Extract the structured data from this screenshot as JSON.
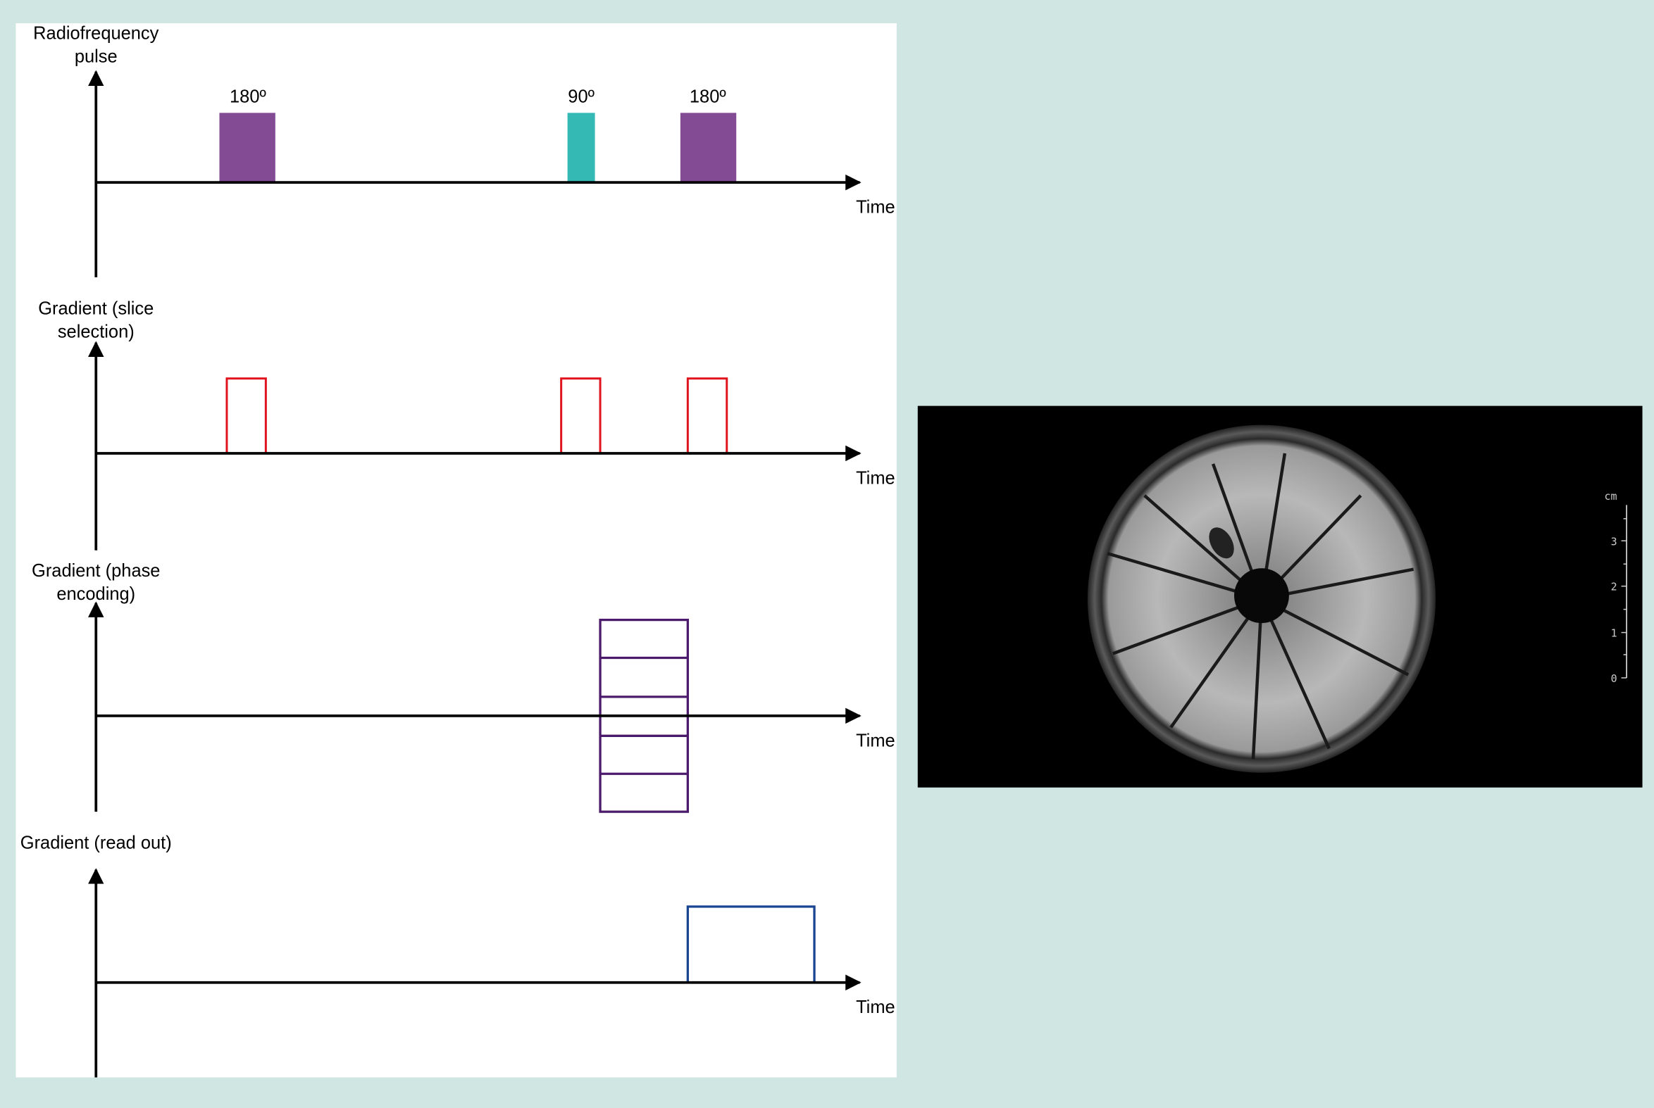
{
  "diagram": {
    "panels": [
      {
        "label_lines": [
          "Radiofrequency",
          "pulse"
        ],
        "axis_label": "Time",
        "pulses": [
          {
            "label": "180º"
          },
          {
            "label": "90º"
          },
          {
            "label": "180º"
          }
        ]
      },
      {
        "label_lines": [
          "Gradient (slice",
          "selection)"
        ],
        "axis_label": "Time"
      },
      {
        "label_lines": [
          "Gradient (phase",
          "encoding)"
        ],
        "axis_label": "Time"
      },
      {
        "label_lines": [
          "Gradient (read out)"
        ],
        "axis_label": "Time"
      }
    ],
    "colors": {
      "rf_180": "#834b94",
      "rf_90": "#35b9b5",
      "slice": "#e0141e",
      "phase": "#4b1a6b",
      "readout": "#1a4590"
    }
  },
  "mri_image": {
    "scale_unit": "cm",
    "scale_ticks": [
      "3",
      "2",
      "1",
      "0"
    ]
  }
}
